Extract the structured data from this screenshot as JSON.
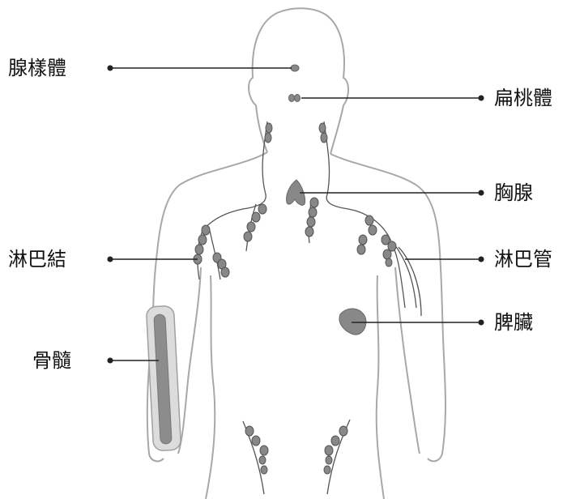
{
  "labels": {
    "pineal": "腺樣體",
    "tonsil": "扁桃體",
    "thymus": "胸腺",
    "lymph_node": "淋巴結",
    "lymph_vessel": "淋巴管",
    "spleen": "脾臟",
    "bone_marrow": "骨髓"
  },
  "colors": {
    "outline": "#a8a8a8",
    "organ": "#888888",
    "organ_stroke": "#666666",
    "leader": "#222222",
    "bone_outer": "#dcdcdc",
    "bone_inner": "#8c8c8c"
  }
}
